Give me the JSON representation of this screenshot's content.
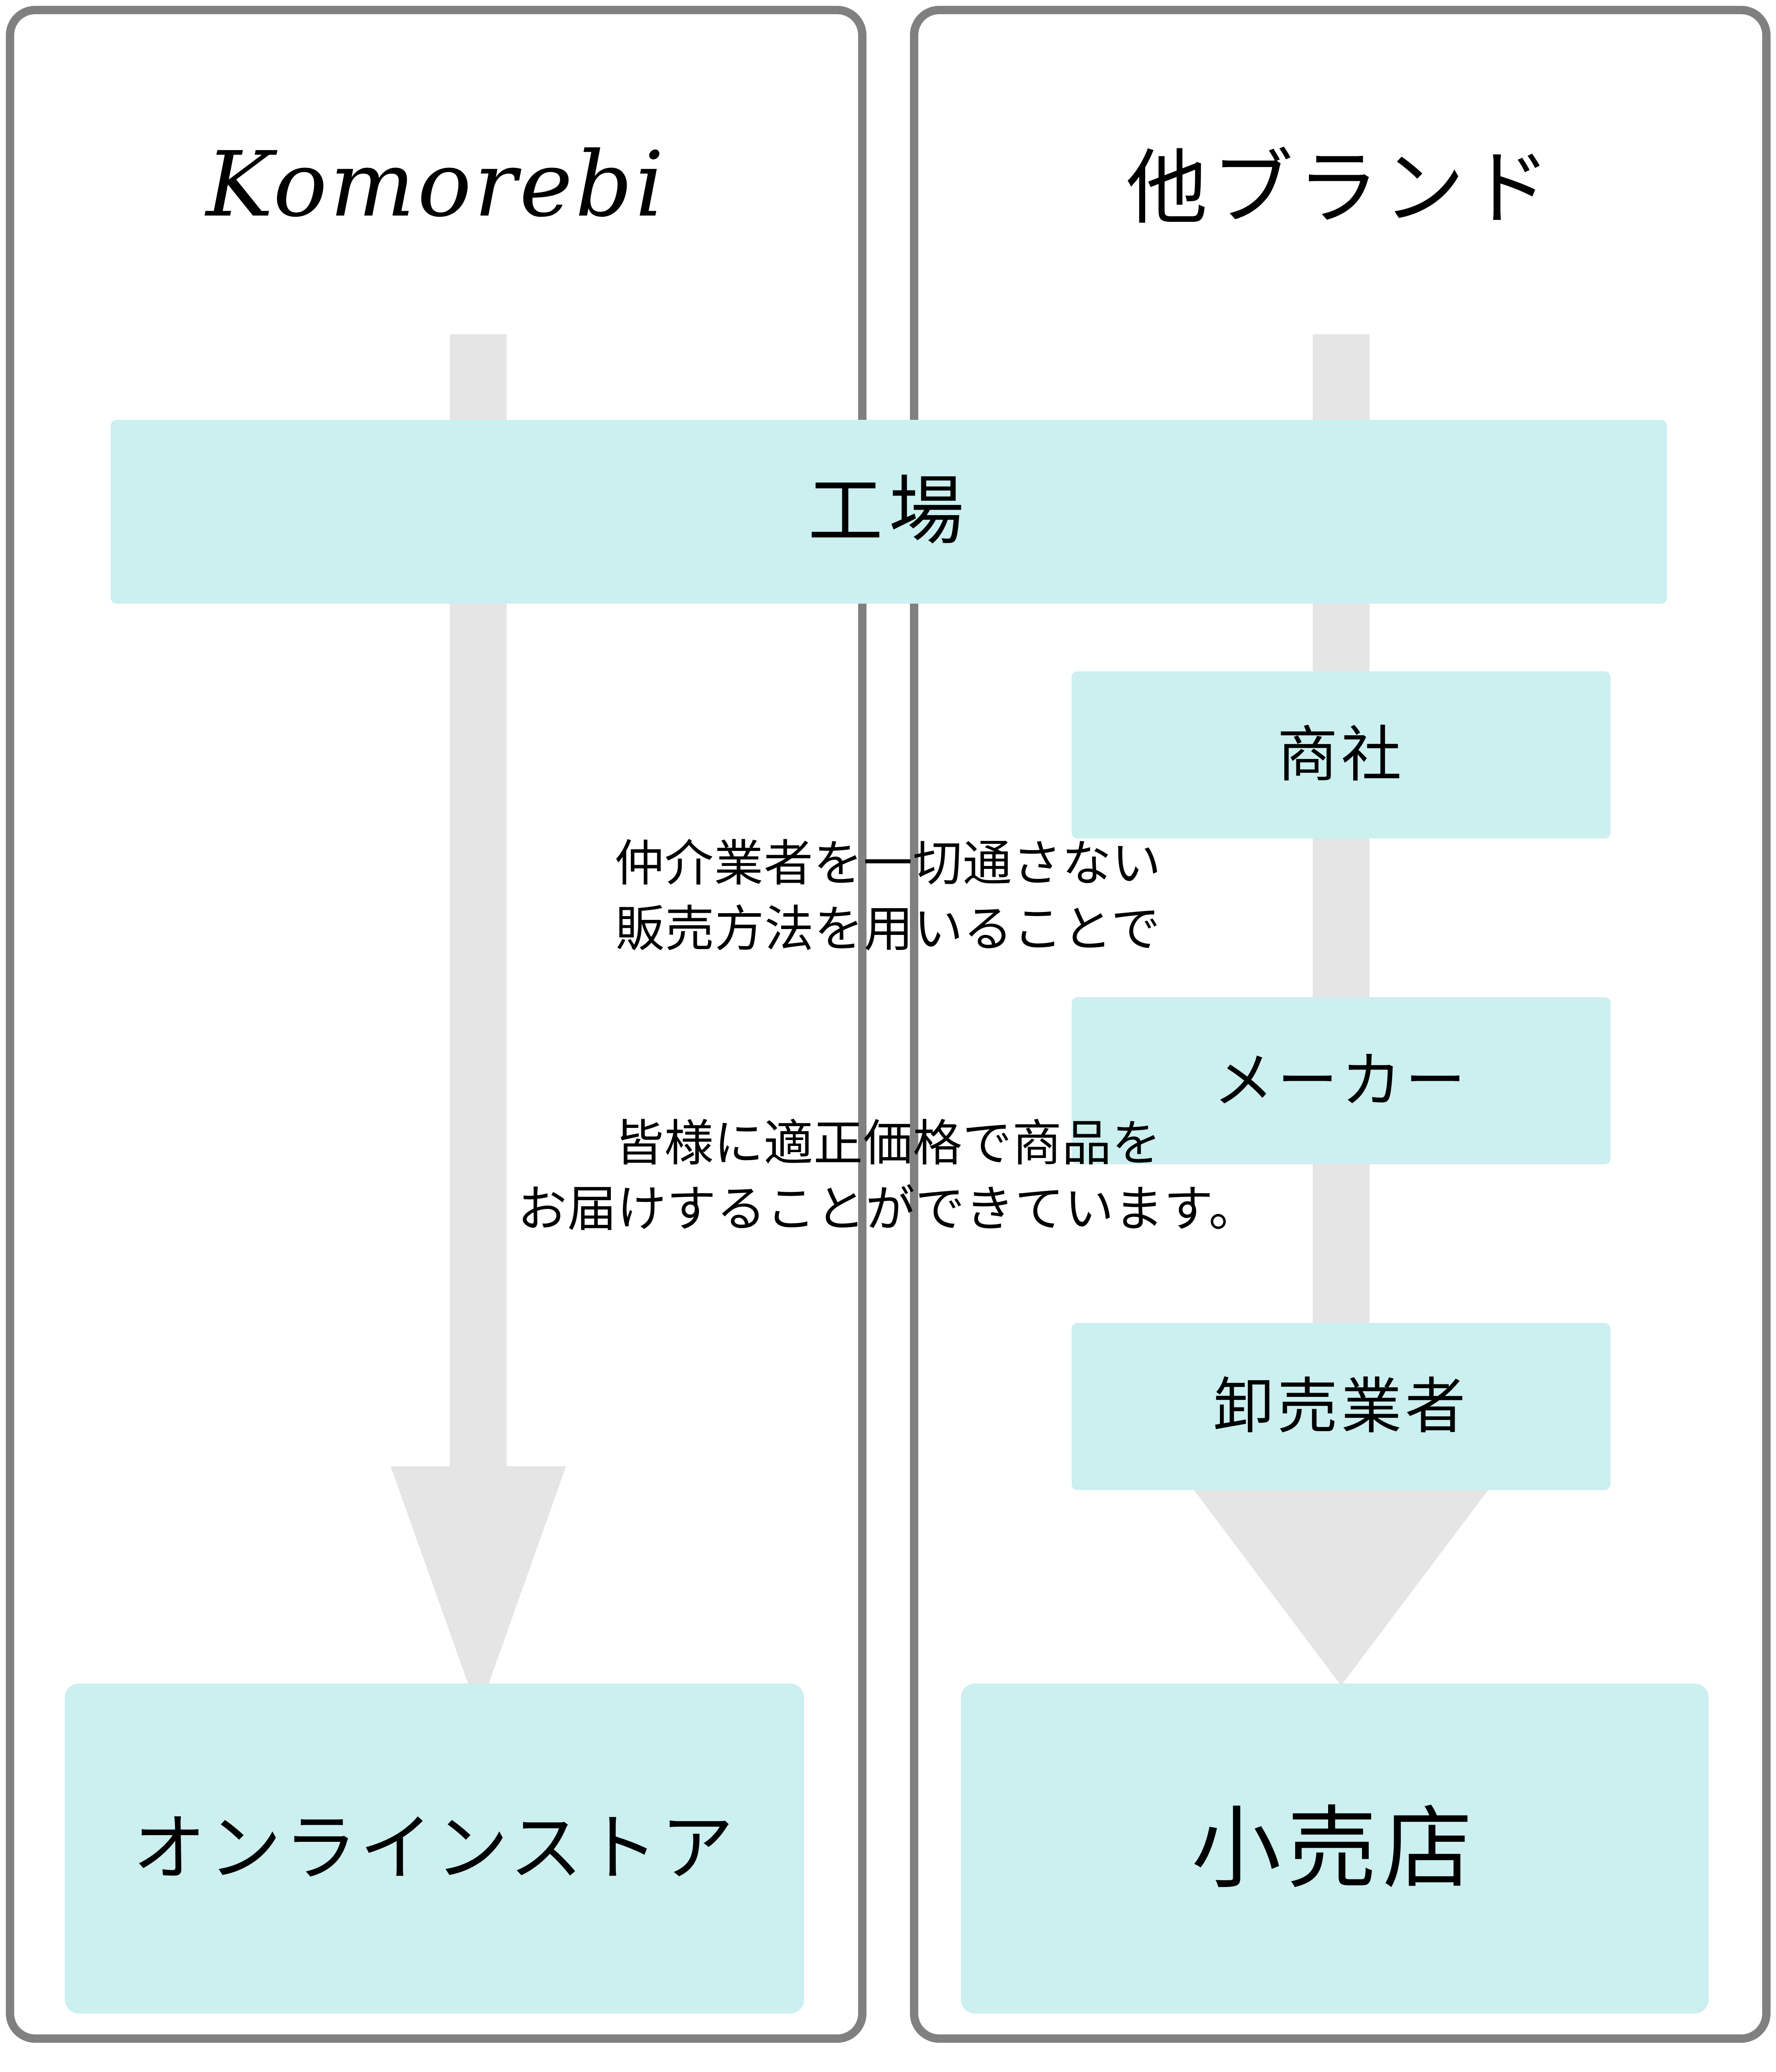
{
  "diagram": {
    "title_left": "Komorebi",
    "title_right": "他ブランド",
    "shared_node": "工場",
    "left_flow": {
      "steps": [
        "工場",
        "オンラインストア"
      ],
      "destination": "オンラインストア",
      "copy": [
        "仲介業者を一切通さない\n販売方法を用いることで",
        "皆様に適正価格で商品を\nお届けすることができています。"
      ]
    },
    "right_flow": {
      "steps": [
        "工場",
        "商社",
        "メーカー",
        "卸売業者",
        "小売店"
      ],
      "intermediaries": [
        "商社",
        "メーカー",
        "卸売業者"
      ],
      "destination": "小売店"
    },
    "colors": {
      "node_fill": "#CCEFF0",
      "arrow": "#E5E5E5",
      "panel_border": "#808080",
      "text": "#000000",
      "background": "#FFFFFF"
    }
  }
}
